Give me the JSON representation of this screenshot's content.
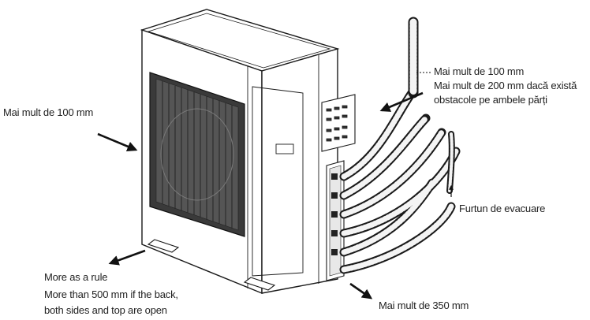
{
  "labels": {
    "left_clearance": "Mai mult de 100 mm",
    "top_right_1": "Mai mult de 100 mm",
    "top_right_2": "Mai mult de 200 mm dacă există",
    "top_right_3": "obstacole pe ambele părți",
    "drain_hose": "Furtun de evacuare",
    "front_1": "More as a rule",
    "front_2": "More than 500 mm if the back,",
    "front_3": "both sides and top are open",
    "bottom_right": "Mai mult de 350 mm"
  },
  "colors": {
    "line": "#1a1a1a",
    "fill": "#ffffff",
    "arrow": "#111111"
  }
}
